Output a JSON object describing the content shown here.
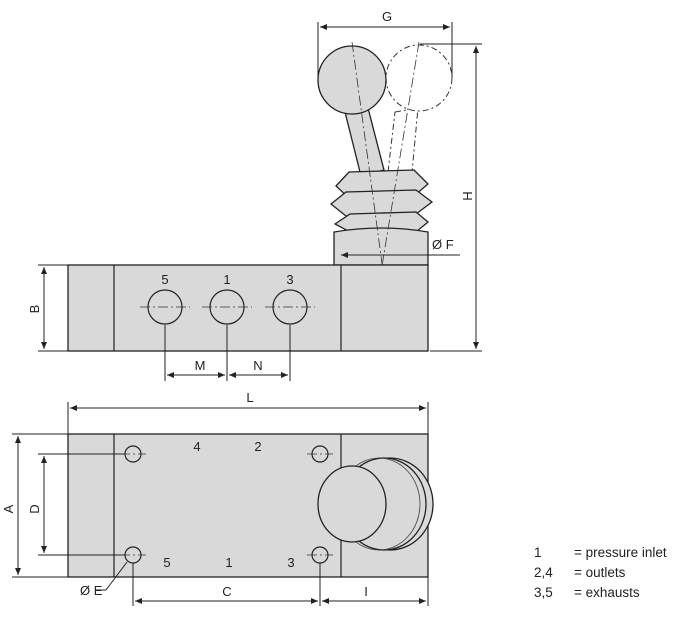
{
  "dimensions": {
    "G": "G",
    "H": "H",
    "F": "Ø F",
    "B": "B",
    "M": "M",
    "N": "N",
    "L": "L",
    "A": "A",
    "D": "D",
    "E": "Ø E",
    "C": "C",
    "I": "I"
  },
  "ports_side": [
    "5",
    "1",
    "3"
  ],
  "ports_top": [
    "4",
    "2"
  ],
  "ports_bottom": [
    "5",
    "1",
    "3"
  ],
  "legend": [
    {
      "key": "1",
      "text": "= pressure inlet"
    },
    {
      "key": "2,4",
      "text": "= outlets"
    },
    {
      "key": "3,5",
      "text": "= exhausts"
    }
  ]
}
